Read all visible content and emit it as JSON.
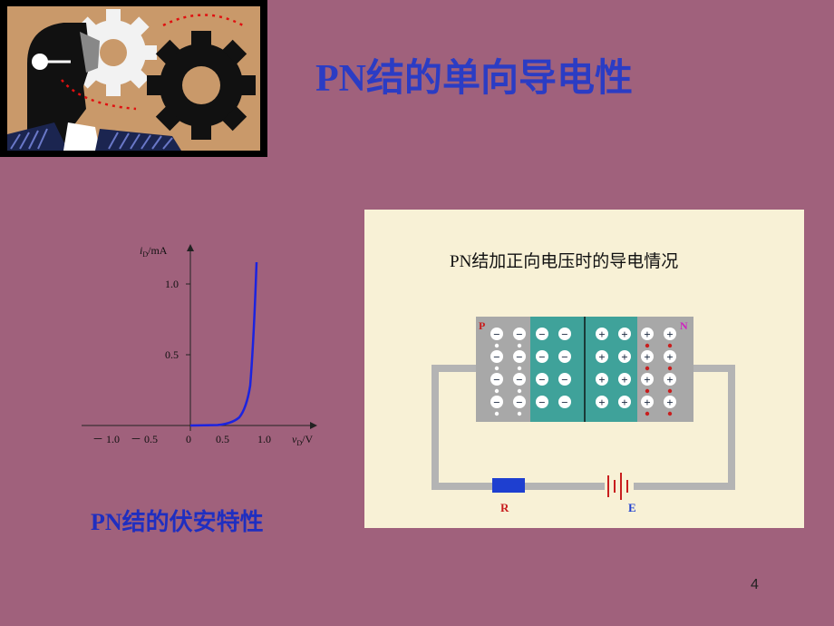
{
  "slide": {
    "title": "PN结的单向导电性",
    "page_number": "4",
    "logo_icon": "person-gears-icon"
  },
  "iv_graph": {
    "caption": "PN结的伏安特性",
    "y_axis_label_i": "i",
    "y_axis_label_sub": "D",
    "y_axis_label_unit": "/mA",
    "x_axis_label_v": "v",
    "x_axis_label_sub": "D",
    "x_axis_label_unit": "/V",
    "y_ticks": [
      "1.0",
      "0.5"
    ],
    "x_ticks": [
      "－ 1.0",
      "－ 0.5",
      "0",
      "0.5",
      "1.0"
    ],
    "curve_color": "#1b23e0"
  },
  "diagram": {
    "title": "PN结加正向电压时的导电情况",
    "p_label": "P",
    "n_label": "N",
    "resistor_label": "R",
    "battery_label": "E",
    "minus_sign": "−",
    "plus_sign": "+",
    "p_region_color": "#a8a8a8",
    "depletion_color": "#3fa29a",
    "n_region_color": "#a8a8a8",
    "wire_color": "#b4b4b4",
    "resistor_color": "#1e3fd0",
    "label_color": "#c81e1e"
  }
}
